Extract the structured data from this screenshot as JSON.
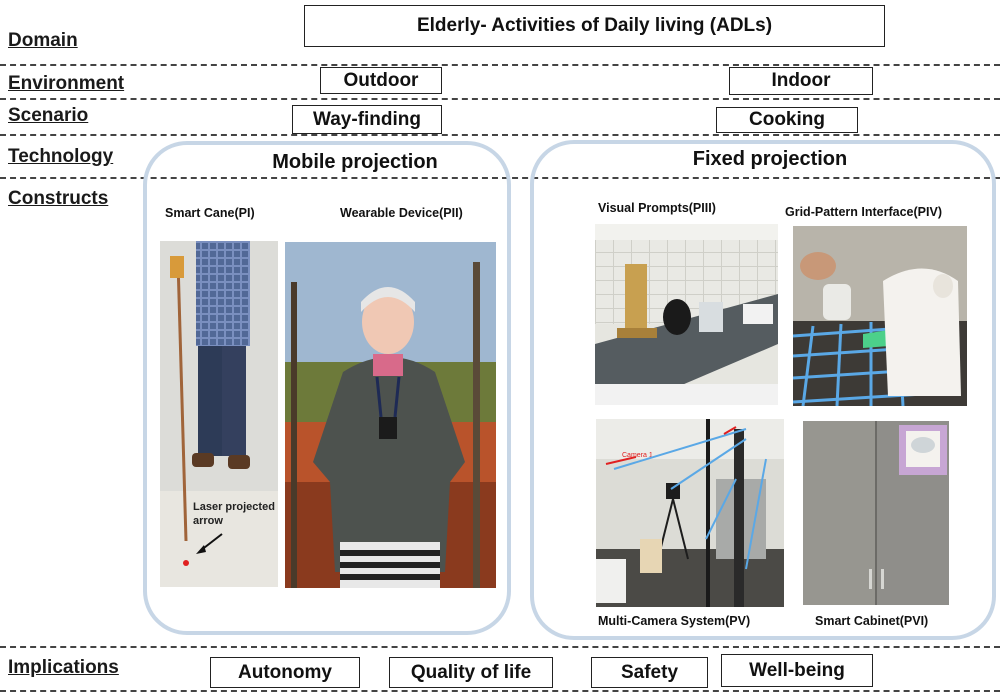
{
  "domain": {
    "label": "Domain",
    "value": "Elderly- Activities of Daily living (ADLs)"
  },
  "environment": {
    "label": "Environment",
    "outdoor": "Outdoor",
    "indoor": "Indoor"
  },
  "scenario": {
    "label": "Scenario",
    "outdoor": "Way-finding",
    "indoor": "Cooking"
  },
  "technology": {
    "label": "Technology",
    "mobile": "Mobile projection",
    "fixed": "Fixed projection"
  },
  "constructs": {
    "label": "Constructs",
    "items": [
      {
        "caption": "Smart Cane(PI)"
      },
      {
        "caption": "Wearable Device(PII)"
      },
      {
        "caption": "Visual  Prompts(PIII)"
      },
      {
        "caption": "Grid-Pattern Interface(PIV)"
      },
      {
        "caption": "Multi-Camera System(PV)"
      },
      {
        "caption": "Smart Cabinet(PVI)"
      }
    ],
    "cane_annotation_line1": "Laser projected",
    "cane_annotation_line2": "arrow",
    "camera_label": "Camera 1"
  },
  "implications": {
    "label": "Implications",
    "items": [
      "Autonomy",
      "Quality of life",
      "Safety",
      "Well-being"
    ]
  },
  "colors": {
    "frame_border": "#c7d6e6",
    "dash": "#444444",
    "grid_blue": "#5aa8e6",
    "laser_red": "#e02020"
  }
}
